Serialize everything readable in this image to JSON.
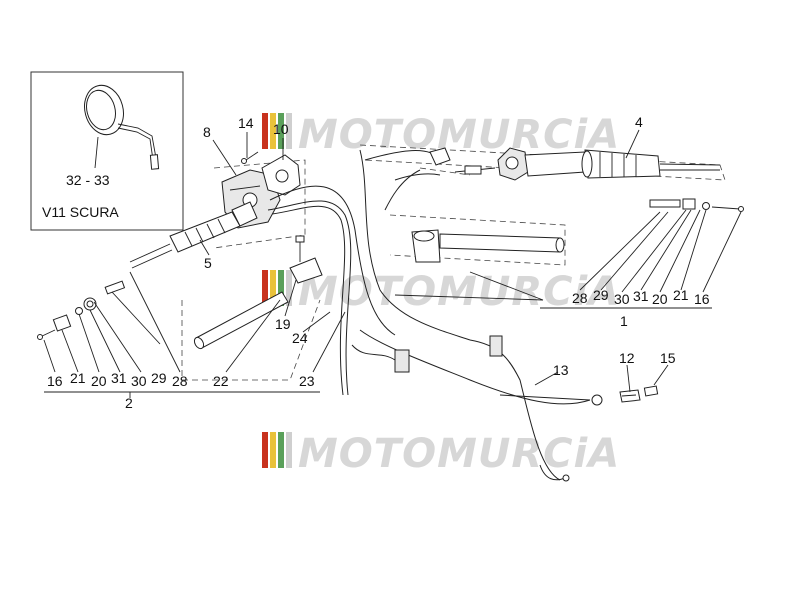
{
  "inset": {
    "part_numbers": "32 - 33",
    "model_name": "V11 SCURA"
  },
  "watermark": {
    "text": "MOTOMURCiA",
    "colors": [
      "#c8321e",
      "#e9c23a",
      "#5aa05a",
      "#cfcfcf"
    ]
  },
  "labels": {
    "p4": "4",
    "p5": "5",
    "p8": "8",
    "p10": "10",
    "p14": "14",
    "p12": "12",
    "p13": "13",
    "p15": "15",
    "p19": "19",
    "p24": "24",
    "p22": "22",
    "p23": "23",
    "right_row": [
      "28",
      "29",
      "30",
      "31",
      "20",
      "21",
      "16"
    ],
    "right_group": "1",
    "left_row": [
      "16",
      "21",
      "20",
      "31",
      "30",
      "29",
      "28"
    ],
    "left_group": "2"
  }
}
